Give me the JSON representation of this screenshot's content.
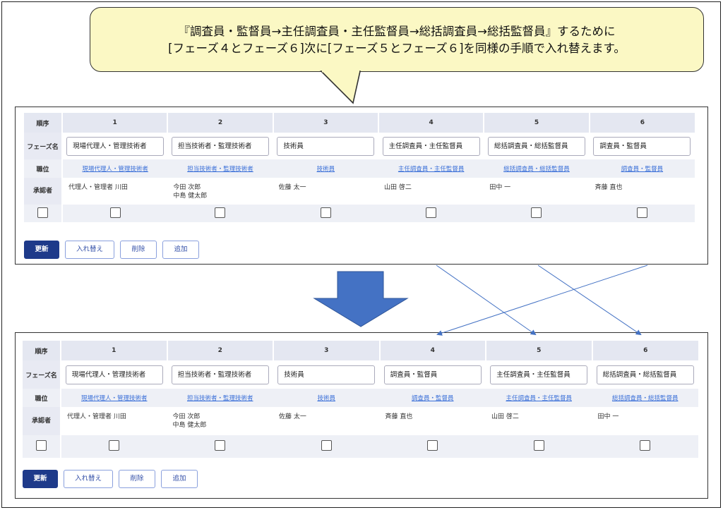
{
  "callout": {
    "line1": "『調査員・監督員→主任調査員・主任監督員→総括調査員→総括監督員』するために",
    "line2": "[フェーズ４とフェーズ６]次に[フェーズ５とフェーズ６]を同様の手順で入れ替えます。"
  },
  "colors": {
    "arrow_fill": "#4472c4",
    "link": "#3a6fd8",
    "primary": "#1e3a8a",
    "callout_bg": "#fbf8c4"
  },
  "row_labels": {
    "order": "順序",
    "phase_name": "フェーズ名",
    "position": "職位",
    "approver": "承認者"
  },
  "buttons": {
    "update": "更新",
    "swap": "入れ替え",
    "delete": "削除",
    "add": "追加"
  },
  "before": {
    "columns": [
      {
        "order": "1",
        "name": "現場代理人・管理技術者",
        "position": "現場代理人・管理技術者",
        "approver1": "代理人・管理者 川田",
        "approver2": ""
      },
      {
        "order": "2",
        "name": "担当技術者・監理技術者",
        "position": "担当技術者・監理技術者",
        "approver1": "今田 次郎",
        "approver2": "中島 健太郎"
      },
      {
        "order": "3",
        "name": "技術員",
        "position": "技術員",
        "approver1": "佐藤 太一",
        "approver2": ""
      },
      {
        "order": "4",
        "name": "主任調査員・主任監督員",
        "position": "主任調査員・主任監督員",
        "approver1": "山田 啓二",
        "approver2": ""
      },
      {
        "order": "5",
        "name": "総括調査員・総括監督員",
        "position": "総括調査員・総括監督員",
        "approver1": "田中 一",
        "approver2": ""
      },
      {
        "order": "6",
        "name": "調査員・監督員",
        "position": "調査員・監督員",
        "approver1": "斉藤 直也",
        "approver2": ""
      }
    ]
  },
  "after": {
    "columns": [
      {
        "order": "1",
        "name": "現場代理人・管理技術者",
        "position": "現場代理人・管理技術者",
        "approver1": "代理人・管理者 川田",
        "approver2": ""
      },
      {
        "order": "2",
        "name": "担当技術者・監理技術者",
        "position": "担当技術者・監理技術者",
        "approver1": "今田 次郎",
        "approver2": "中島 健太郎"
      },
      {
        "order": "3",
        "name": "技術員",
        "position": "技術員",
        "approver1": "佐藤 太一",
        "approver2": ""
      },
      {
        "order": "4",
        "name": "調査員・監督員",
        "position": "調査員・監督員",
        "approver1": "斉藤 直也",
        "approver2": ""
      },
      {
        "order": "5",
        "name": "主任調査員・主任監督員",
        "position": "主任調査員・主任監督員",
        "approver1": "山田 啓二",
        "approver2": ""
      },
      {
        "order": "6",
        "name": "総括調査員・総括監督員",
        "position": "総括調査員・総括監督員",
        "approver1": "田中 一",
        "approver2": ""
      }
    ]
  }
}
